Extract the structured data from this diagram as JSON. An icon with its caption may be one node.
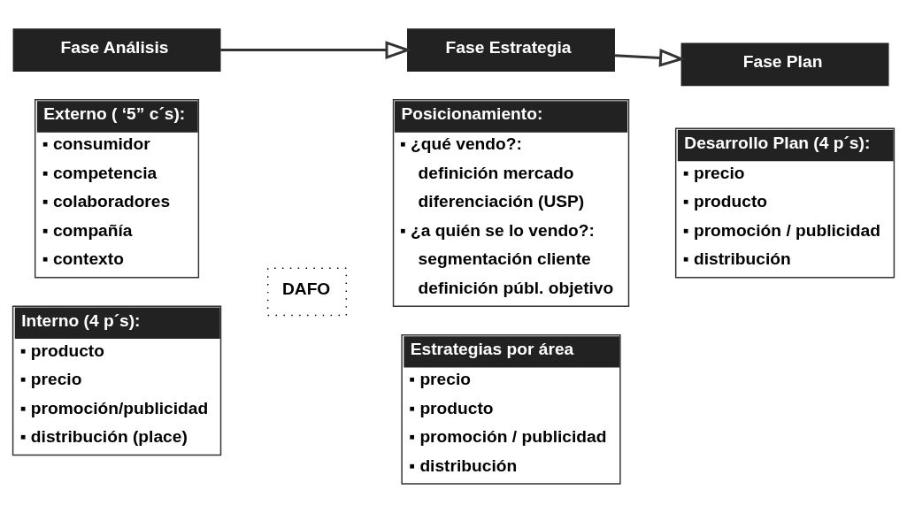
{
  "diagram": {
    "nodes": [
      {
        "text": [
          "Fase Análisis"
        ]
      },
      {
        "text": [
          "Fase Estrategia"
        ]
      },
      {
        "text": [
          "Fase Plan"
        ]
      },
      {
        "text": [
          "Externo ( ‘5” c´s):",
          "▪ consumidor",
          "▪ competencia",
          "▪ colaboradores",
          "▪ compañía",
          "▪ contexto"
        ]
      },
      {
        "text": [
          "Interno (4 p´s):",
          "▪ producto",
          "▪ precio",
          "▪ promoción/publicidad",
          "▪ distribución (place)"
        ]
      },
      {
        "text": [
          "DAFO"
        ]
      },
      {
        "text": [
          "Posicionamiento:",
          "▪ ¿qué vendo?:",
          "definición mercado",
          "diferenciación (USP)",
          "▪ ¿a quién se lo vendo?:",
          "segmentación cliente",
          "definición públ. objetivo"
        ]
      },
      {
        "text": [
          "Estrategias por área",
          "▪ precio",
          "▪ producto",
          "▪ promoción / publicidad",
          "▪ distribución"
        ]
      },
      {
        "text": [
          "Desarrollo Plan (4 p´s):",
          "▪ precio",
          "▪ producto",
          "▪ promoción / publicidad",
          "▪ distribución"
        ]
      }
    ],
    "edges": [
      {
        "from": 0,
        "to": 1,
        "arrow": "to"
      },
      {
        "from": 1,
        "to": 2,
        "arrow": "to"
      }
    ]
  }
}
